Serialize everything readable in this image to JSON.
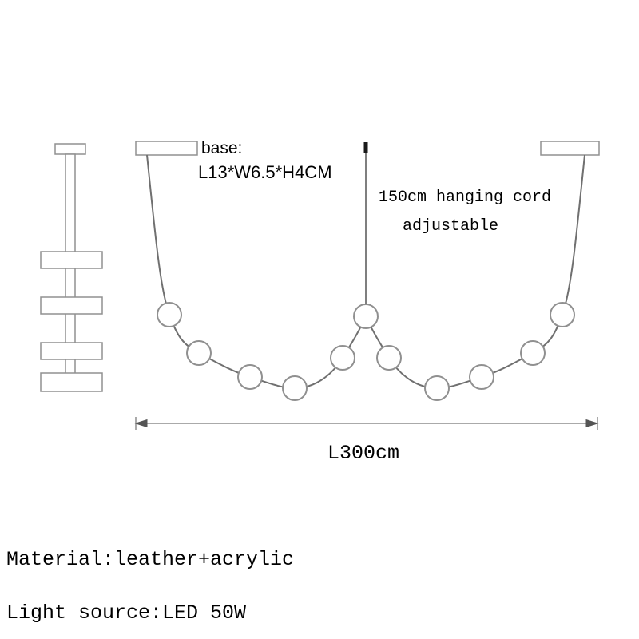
{
  "title": "Pendant lamp technical drawing",
  "annotations": {
    "base_label": "base:",
    "base_dimensions": "L13*W6.5*H4CM",
    "cord_note_line1": "150cm hanging cord",
    "cord_note_line2": "adjustable",
    "length_label": "L300cm"
  },
  "specs": {
    "material": "Material:leather+acrylic",
    "light_source": "Light source:LED 50W"
  },
  "colors": {
    "outline": "#909090",
    "cord": "#707070",
    "dimension": "#555555",
    "label_text": "#3d3d3d",
    "text": "#000000",
    "background": "#ffffff"
  },
  "diagram": {
    "type": "pendant-light-line-drawing",
    "bead_count": 11,
    "ceiling_base_count": 2,
    "side_view_disc_count": 4
  }
}
